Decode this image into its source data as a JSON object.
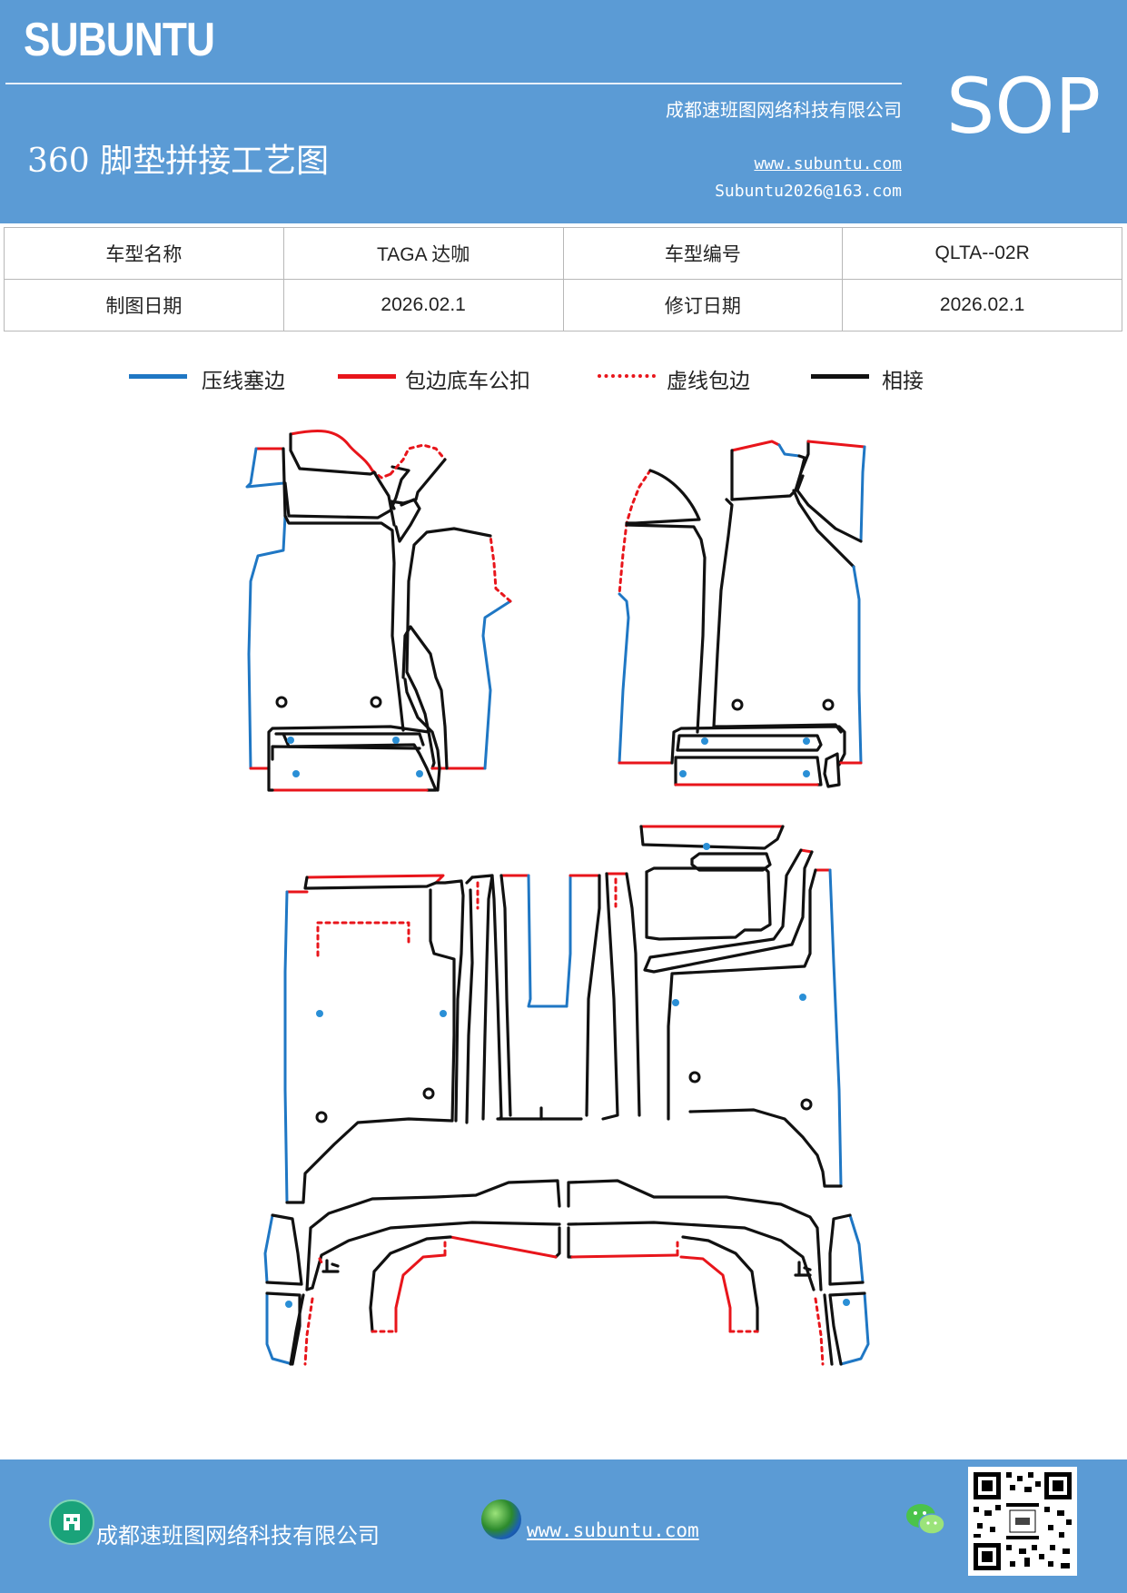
{
  "header": {
    "brand": "SUBUNTU",
    "company": "成都速班图网络科技有限公司",
    "title": "360 脚垫拼接工艺图",
    "website": "www.subuntu.com",
    "email": "Subuntu2026@163.com",
    "badge": "SOP"
  },
  "info_table": {
    "rows": [
      {
        "label1": "车型名称",
        "value1": "TAGA 达咖",
        "label2": "车型编号",
        "value2": "QLTA--02R"
      },
      {
        "label1": "制图日期",
        "value1": "2026.02.1",
        "label2": "修订日期",
        "value2": "2026.02.1"
      }
    ]
  },
  "legend": [
    {
      "label": "压线塞边",
      "style": "solid",
      "color": "#1f77c4"
    },
    {
      "label": "包边底车公扣",
      "style": "solid",
      "color": "#e8151b"
    },
    {
      "label": "虚线包边",
      "style": "dotted",
      "color": "#e8151b"
    },
    {
      "label": "相接",
      "style": "solid",
      "color": "#111111"
    }
  ],
  "colors": {
    "header_bg": "#5b9bd5",
    "blue_line": "#1f77c4",
    "red_line": "#e8151b",
    "black_line": "#111111"
  },
  "footer": {
    "company": "成都速班图网络科技有限公司",
    "website": "www.subuntu.com",
    "icons": [
      "building-icon",
      "globe-icon",
      "wechat-icon",
      "qr-code"
    ]
  }
}
